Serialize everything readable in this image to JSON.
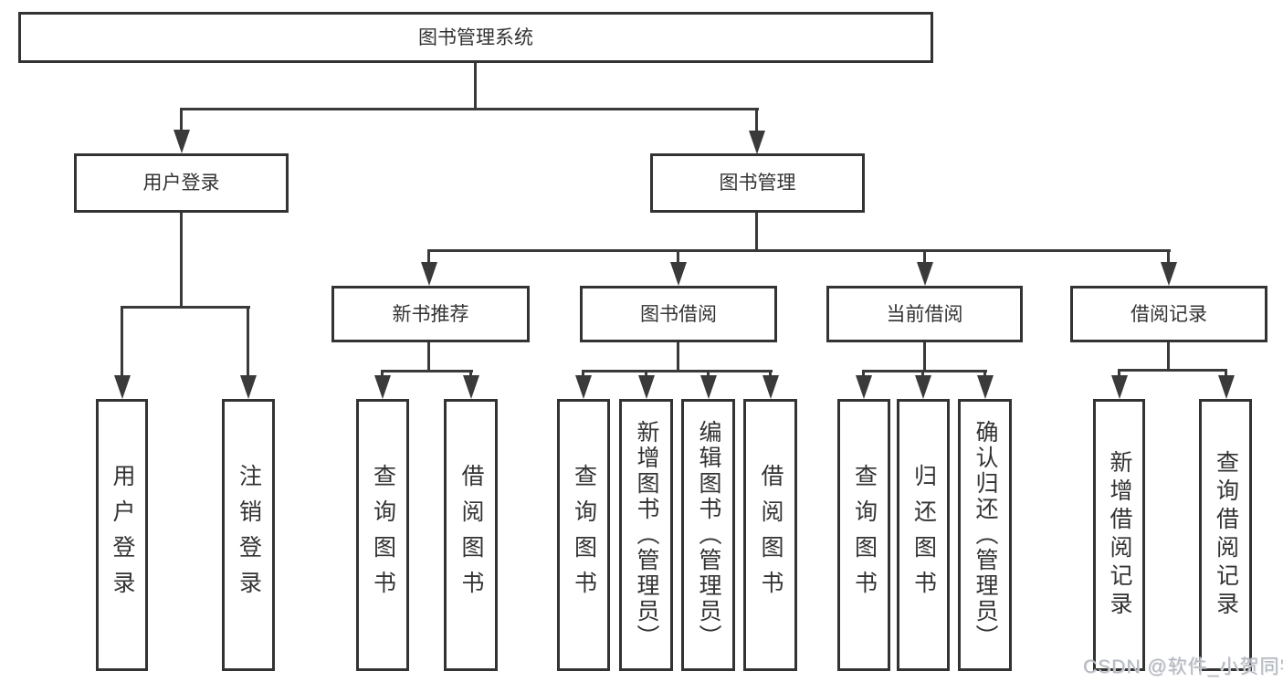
{
  "diagram": {
    "root": {
      "label": "图书管理系统"
    },
    "branches": [
      {
        "label": "用户登录",
        "children": [
          {
            "label": "用户登录"
          },
          {
            "label": "注销登录"
          }
        ]
      },
      {
        "label": "图书管理",
        "children": [
          {
            "label": "新书推荐",
            "children": [
              {
                "label": "查询图书"
              },
              {
                "label": "借阅图书"
              }
            ]
          },
          {
            "label": "图书借阅",
            "children": [
              {
                "label": "查询图书"
              },
              {
                "label": "新增图书（管理员）"
              },
              {
                "label": "编辑图书（管理员）"
              },
              {
                "label": "借阅图书"
              }
            ]
          },
          {
            "label": "当前借阅",
            "children": [
              {
                "label": "查询图书"
              },
              {
                "label": "归还图书"
              },
              {
                "label": "确认归还（管理员）"
              }
            ]
          },
          {
            "label": "借阅记录",
            "children": [
              {
                "label": "新增借阅记录"
              },
              {
                "label": "查询借阅记录"
              }
            ]
          }
        ]
      }
    ]
  },
  "watermark": {
    "text": "CSDN @软件_小贺同学"
  },
  "colors": {
    "line": "#3a3a3a",
    "box_border": "#333333",
    "text": "#333333",
    "background": "#ffffff",
    "watermark": "#b4b8c0"
  }
}
